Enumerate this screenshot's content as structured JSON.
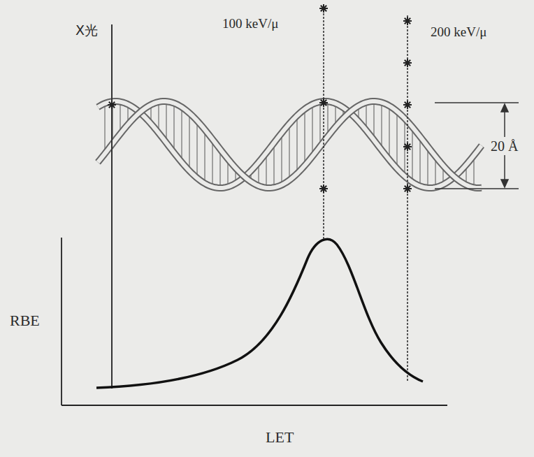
{
  "diagram": {
    "labels": [
      "X光",
      "100 keV/μ",
      "200 keV/μ",
      "20 Å",
      "RBE",
      "LET"
    ]
  }
}
